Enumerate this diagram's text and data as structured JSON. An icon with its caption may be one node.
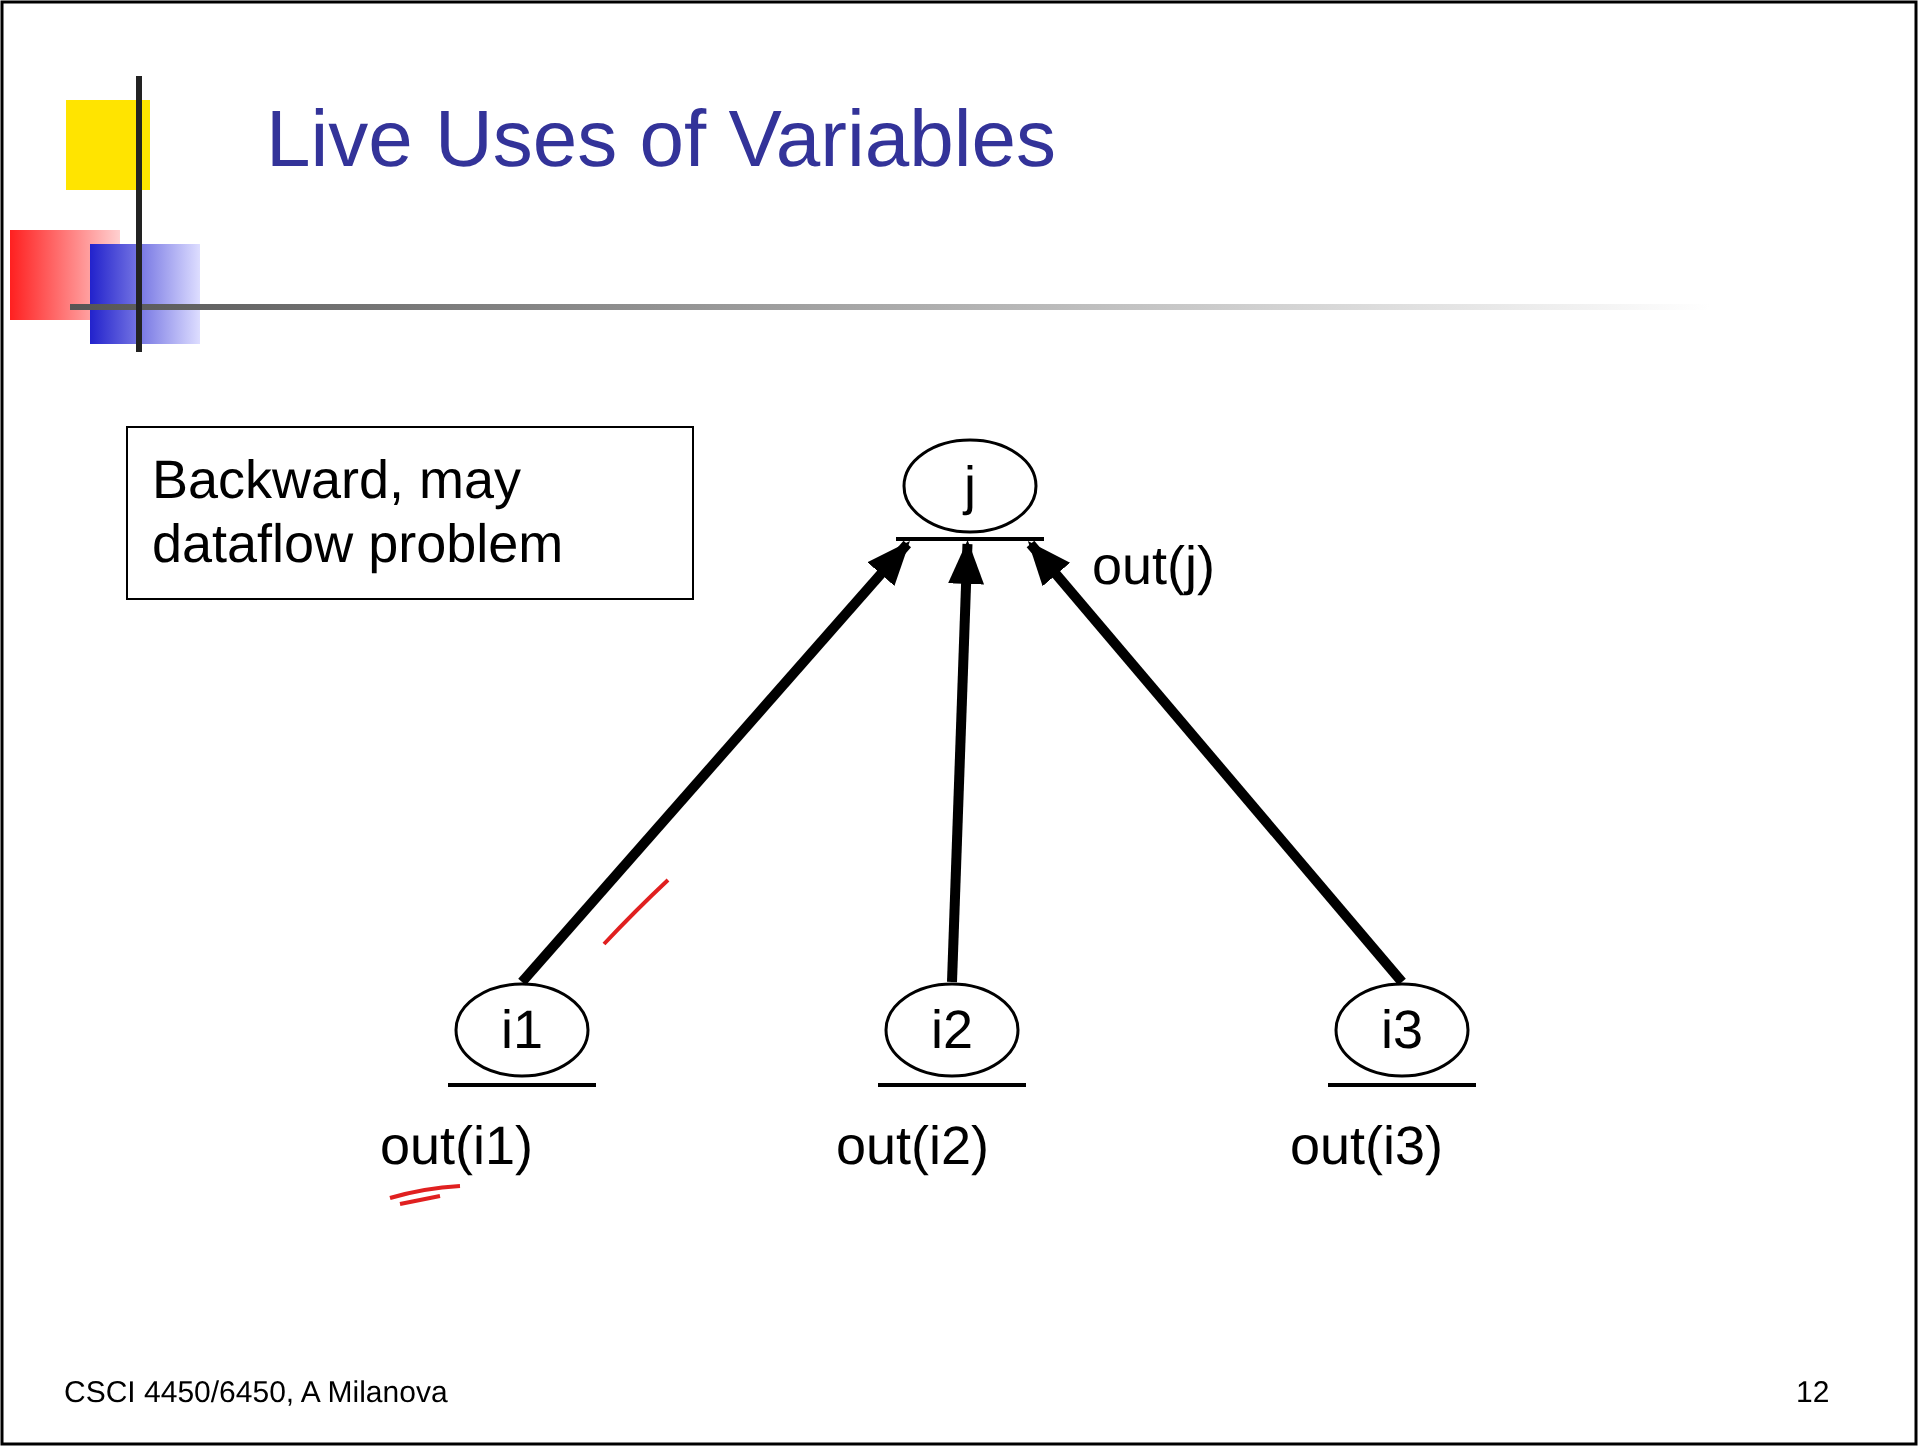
{
  "diagram": {
    "title": "Live Uses of Variables",
    "nodes": [
      {
        "text": [
          "Backward, may dataflow problem"
        ]
      },
      {
        "text": [
          "j"
        ],
        "beside": [
          "out(j)"
        ]
      },
      {
        "text": [
          "i1"
        ],
        "beside": [
          "out(i1)"
        ]
      },
      {
        "text": [
          "i2"
        ],
        "beside": [
          "out(i2)"
        ]
      },
      {
        "text": [
          "i3"
        ],
        "beside": [
          "out(i3)"
        ]
      }
    ],
    "edges": [
      {
        "from": 2,
        "to": 1,
        "arrow": "to"
      },
      {
        "from": 3,
        "to": 1,
        "arrow": "to"
      },
      {
        "from": 4,
        "to": 1,
        "arrow": "to"
      }
    ],
    "labels": [
      "CSCI 4450/6450, A Milanova",
      "12"
    ]
  }
}
